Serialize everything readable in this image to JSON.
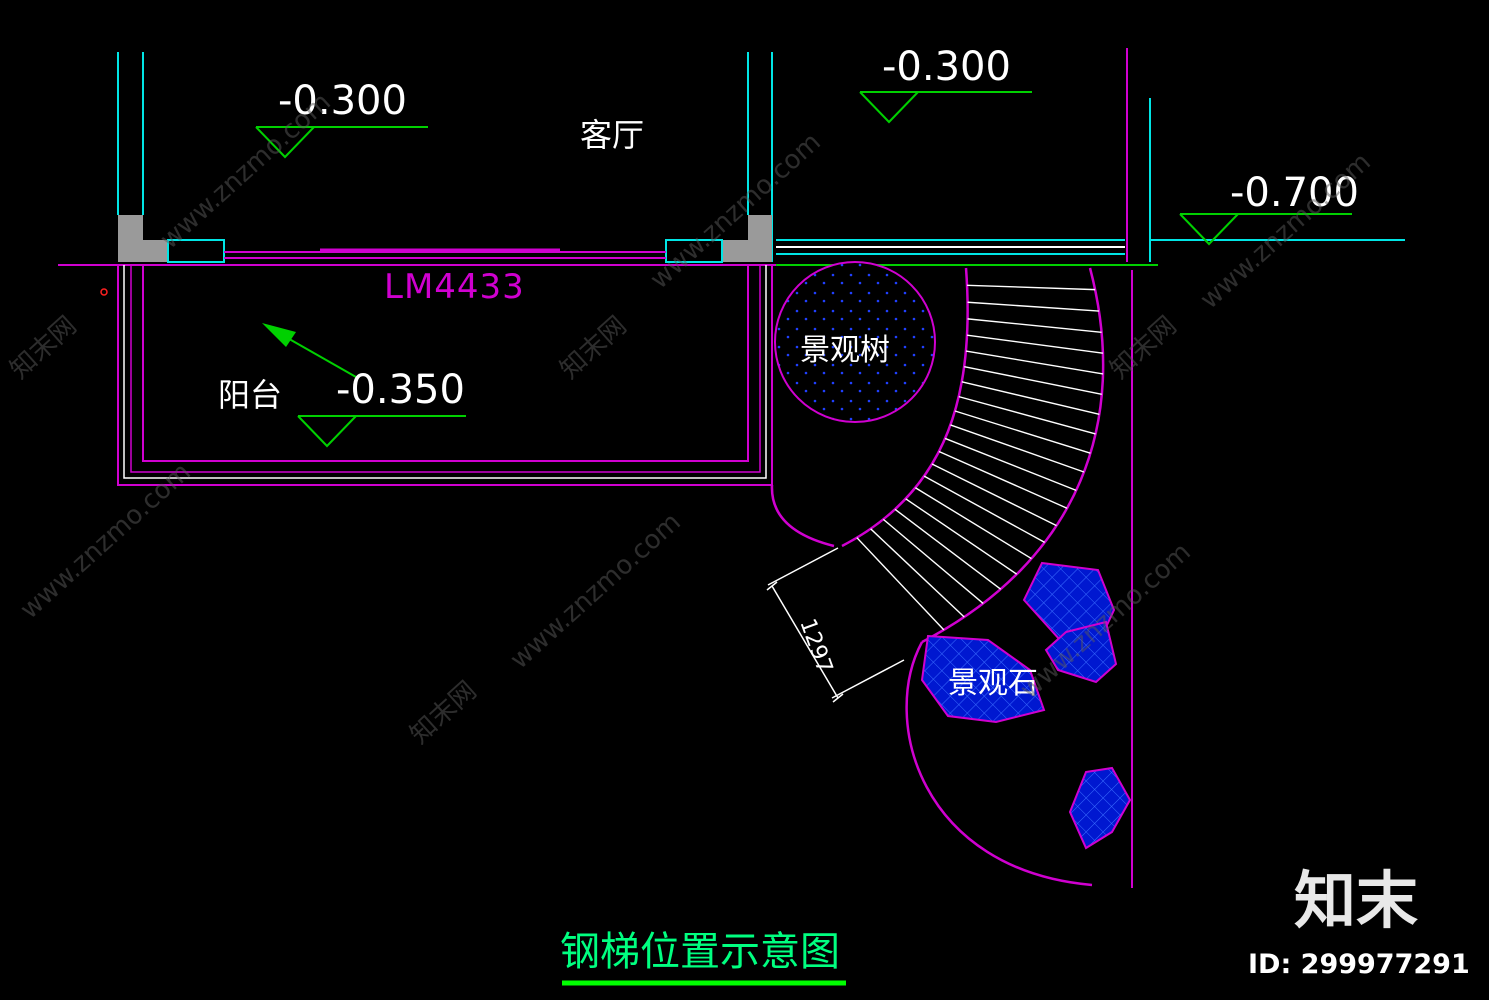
{
  "drawing": {
    "title": "钢梯位置示意图",
    "rooms": {
      "living_room": "客厅",
      "balcony": "阳台"
    },
    "elevations": {
      "living_room": "-0.300",
      "right_area": "-0.300",
      "far_right": "-0.700",
      "balcony": "-0.350"
    },
    "door_tag": "LM4433",
    "landscape_tree": "景观树",
    "landscape_stone": "景观石",
    "dimension": "1297"
  },
  "watermark": {
    "logo": "知末",
    "id_label": "ID: 299977291",
    "url_text": "www.znzmo.com",
    "site_text": "知末网"
  },
  "colors": {
    "background": "#000000",
    "wall_cyan": "#00e5e5",
    "outline_magenta": "#d000d0",
    "symbol_green": "#00d000",
    "text_white": "#ffffff",
    "stone_fill": "#0018d0",
    "wall_grey": "#9a9a9a",
    "title_green": "#00ff00"
  }
}
